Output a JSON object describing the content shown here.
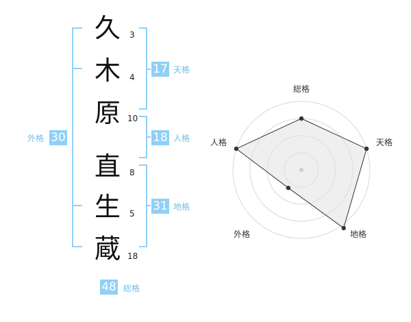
{
  "name": {
    "characters": [
      {
        "char": "久",
        "strokes": "3"
      },
      {
        "char": "木",
        "strokes": "4"
      },
      {
        "char": "原",
        "strokes": "10"
      },
      {
        "char": "直",
        "strokes": "8"
      },
      {
        "char": "生",
        "strokes": "5"
      },
      {
        "char": "蔵",
        "strokes": "18"
      }
    ]
  },
  "fortunes": {
    "tenkaku": {
      "value": "17",
      "label": "天格"
    },
    "jinkaku": {
      "value": "18",
      "label": "人格"
    },
    "chikaku": {
      "value": "31",
      "label": "地格"
    },
    "gaikaku": {
      "value": "30",
      "label": "外格"
    },
    "soukaku": {
      "value": "48",
      "label": "総格"
    }
  },
  "colors": {
    "accent": "#8fd0f7",
    "accent_text": "#74bde9"
  },
  "chart_data": {
    "type": "radar",
    "axes": [
      "総格",
      "天格",
      "地格",
      "外格",
      "人格"
    ],
    "max": 4,
    "values": [
      3,
      4,
      4.2,
      1.3,
      4
    ],
    "rings": 4
  }
}
